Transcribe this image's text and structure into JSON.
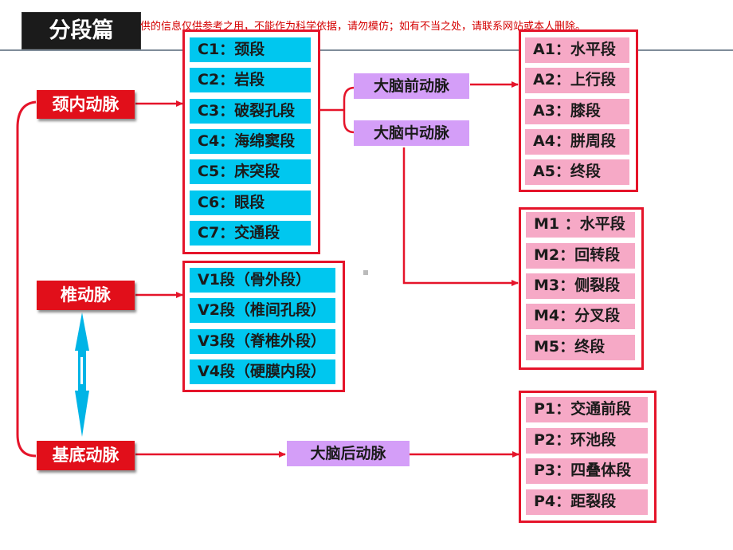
{
  "header": {
    "title": "分段篇",
    "disclaimer": "供的信息仅供参考之用，不能作为科学依据，请勿模仿；如有不当之处，请联系网站或本人删除。"
  },
  "arteries": {
    "internal_carotid": "颈内动脉",
    "vertebral": "椎动脉",
    "basilar": "基底动脉"
  },
  "c_segments": [
    "C1：颈段",
    "C2：岩段",
    "C3：破裂孔段",
    "C4：海绵窦段",
    "C5：床突段",
    "C6：眼段",
    "C7：交通段"
  ],
  "v_segments": [
    "V1段（骨外段）",
    "V2段（椎间孔段）",
    "V3段（脊椎外段）",
    "V4段（硬膜内段）"
  ],
  "branches": {
    "aca": "大脑前动脉",
    "mca": "大脑中动脉",
    "pca": "大脑后动脉"
  },
  "a_segments": [
    "A1：水平段",
    "A2：上行段",
    "A3：膝段",
    "A4：胼周段",
    "A5：终段"
  ],
  "m_segments": [
    "M1 ：水平段",
    "M2：回转段",
    "M3：侧裂段",
    "M4：分叉段",
    "M5：终段"
  ],
  "p_segments": [
    "P1：交通前段",
    "P2：环池段",
    "P3：四叠体段",
    "P4：距裂段"
  ],
  "colors": {
    "red": "#e10f1a",
    "cyan": "#00c7ef",
    "pink": "#f6a9c6",
    "purple": "#d49ef8"
  }
}
